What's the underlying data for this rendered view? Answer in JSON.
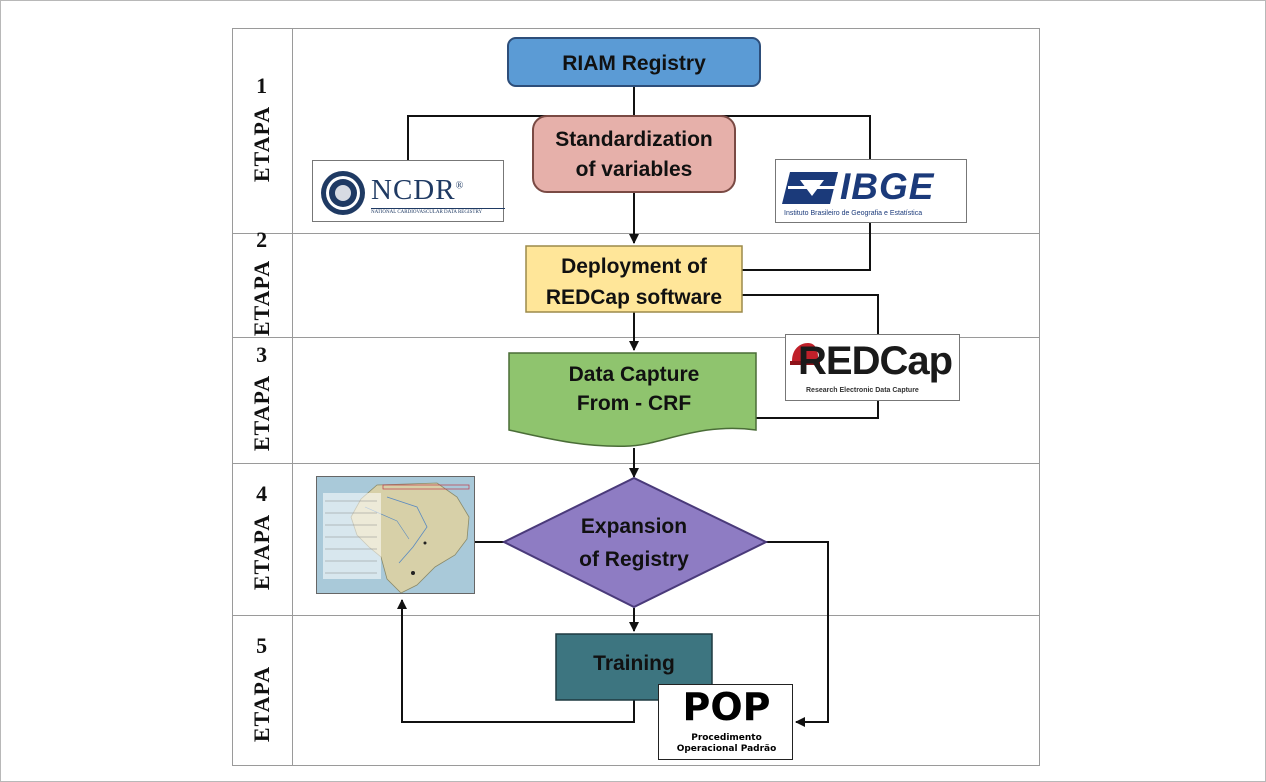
{
  "stages": [
    {
      "word": "ETAPA",
      "num": "1"
    },
    {
      "word": "ETAPA",
      "num": "2"
    },
    {
      "word": "ETAPA",
      "num": "3"
    },
    {
      "word": "ETAPA",
      "num": "4"
    },
    {
      "word": "ETAPA",
      "num": "5"
    }
  ],
  "nodes": {
    "riam": "RIAM Registry",
    "standard_l1": "Standardization",
    "standard_l2": "of variables",
    "deploy_l1": "Deployment of",
    "deploy_l2": "REDCap software",
    "capture_l1": "Data Capture",
    "capture_l2": "From - CRF",
    "expansion_l1": "Expansion",
    "expansion_l2": "of Registry",
    "training": "Training"
  },
  "logos": {
    "ncdr_name": "NCDR",
    "ncdr_mark": "®",
    "ncdr_sub": "NATIONAL CARDIOVASCULAR DATA REGISTRY",
    "ibge_name": "IBGE",
    "ibge_sub": "Instituto Brasileiro de Geografia e Estatística",
    "redcap_name": "REDCap",
    "redcap_sub": "Research Electronic Data Capture",
    "pop_name": "POP",
    "pop_sub1": "Procedimento",
    "pop_sub2": "Operacional Padrão"
  },
  "colors": {
    "riam": "#5b9bd5",
    "standard": "#e6b0aa",
    "deploy": "#ffe699",
    "capture": "#8fc46e",
    "expansion": "#8e7cc3",
    "training": "#3d7580",
    "ibge": "#1b3a7a",
    "ncdr": "#1f3a63",
    "redcap_red": "#c0202a"
  }
}
